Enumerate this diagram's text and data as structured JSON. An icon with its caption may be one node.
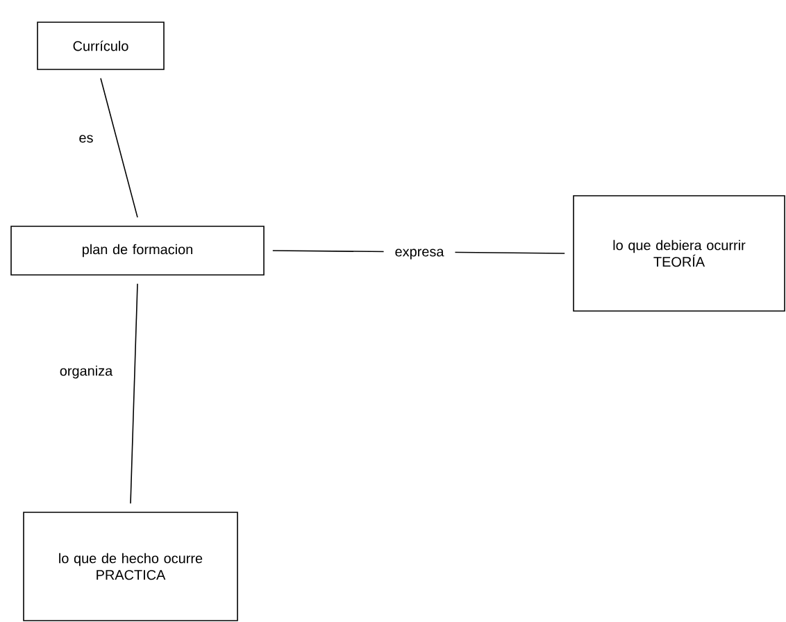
{
  "diagram": {
    "nodes": [
      {
        "text": [
          "Currículo"
        ]
      },
      {
        "text": [
          "plan de formacion"
        ]
      },
      {
        "text": [
          "lo que debiera ocurrir",
          "TEORÍA"
        ]
      },
      {
        "text": [
          "lo que de hecho ocurre",
          "PRACTICA"
        ]
      }
    ],
    "edges": [
      {
        "from": 0,
        "to": 1,
        "arrow": "none",
        "label": "es"
      },
      {
        "from": 1,
        "to": 2,
        "arrow": "none",
        "label": "expresa"
      },
      {
        "from": 1,
        "to": 3,
        "arrow": "none",
        "label": "organiza"
      }
    ]
  }
}
